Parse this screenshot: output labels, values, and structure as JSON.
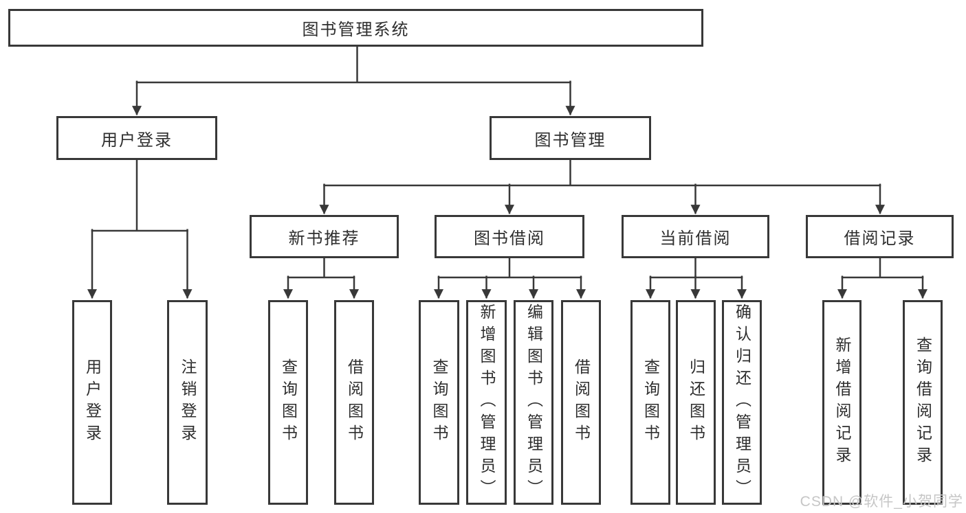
{
  "diagram": {
    "root": {
      "label": "图书管理系统"
    },
    "branches": [
      {
        "label": "用户登录",
        "children": [
          "用户登录",
          "注销登录"
        ]
      },
      {
        "label": "图书管理",
        "modules": [
          {
            "label": "新书推荐",
            "children": [
              "查询图书",
              "借阅图书"
            ]
          },
          {
            "label": "图书借阅",
            "children": [
              "查询图书",
              "新增图书（管理员）",
              "编辑图书（管理员）",
              "借阅图书"
            ]
          },
          {
            "label": "当前借阅",
            "children": [
              "查询图书",
              "归还图书",
              "确认归还（管理员）"
            ]
          },
          {
            "label": "借阅记录",
            "children": [
              "新增借阅记录",
              "查询借阅记录"
            ]
          }
        ]
      }
    ]
  },
  "watermark": "CSDN @软件_小贺同学",
  "colors": {
    "line": "#383838",
    "text": "#2e2e2e",
    "box_background": "#ffffff",
    "watermark": "#c6c6c6",
    "background": "#ffffff"
  }
}
